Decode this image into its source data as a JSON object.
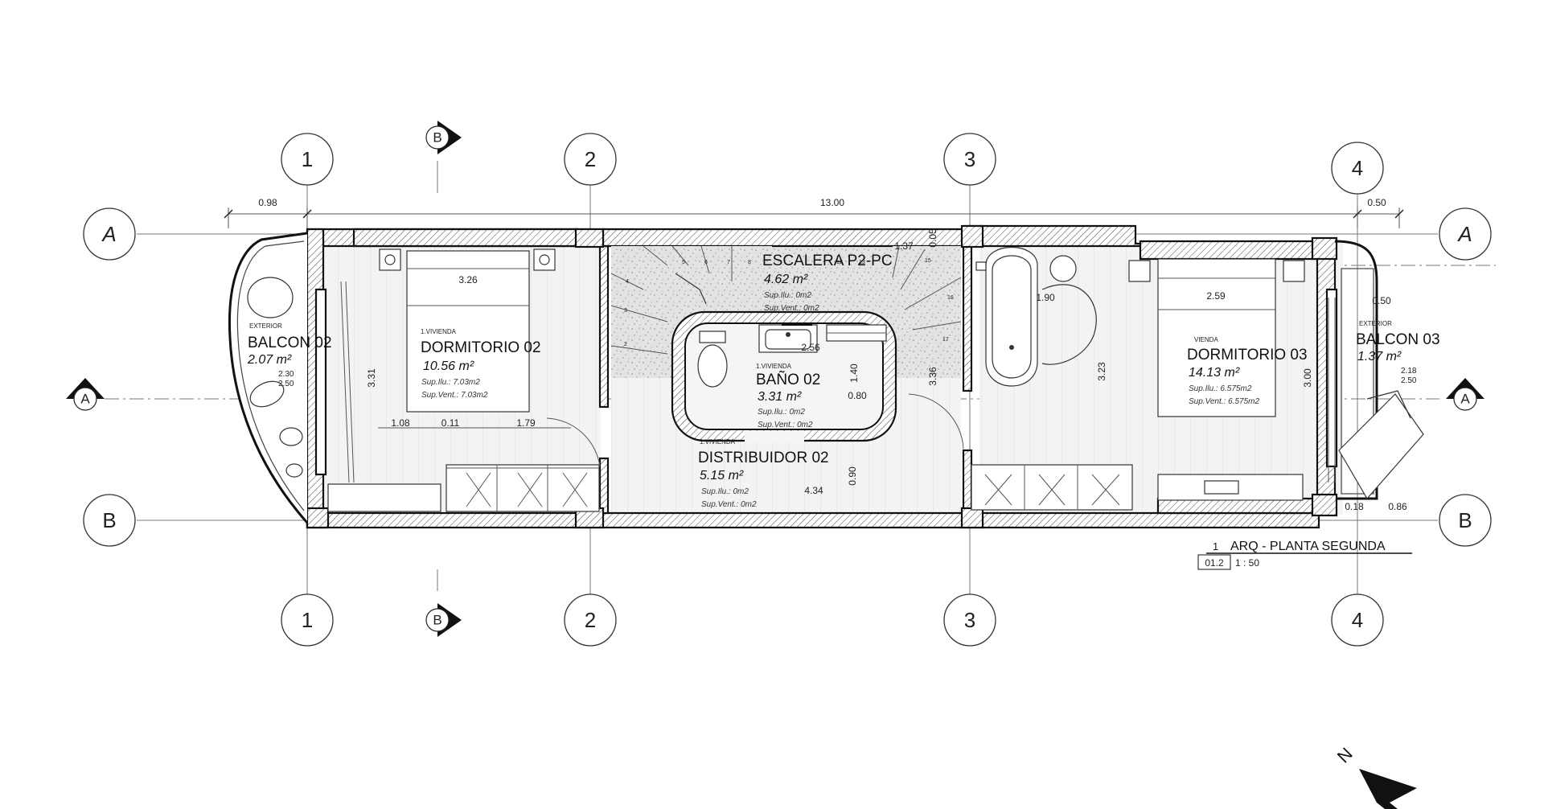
{
  "grid": {
    "columns": [
      "1",
      "2",
      "3",
      "4"
    ],
    "rows": [
      "A",
      "B"
    ],
    "section_marks": [
      "B",
      "A"
    ]
  },
  "dimensions": {
    "overall": "13.00",
    "left_overhang": "0.98",
    "right_overhang": "0.50",
    "stair_landing": "1.37",
    "stair_gap": "0.05",
    "dorm02_width": "3.26",
    "dorm02_depth": "3.31",
    "dorm02_a": "1.08",
    "dorm02_b": "0.11",
    "dorm02_c": "1.79",
    "balcon02_a": "2.30",
    "balcon02_b": "2.50",
    "bano_width": "2.56",
    "bano_depth": "1.40",
    "bano_door": "0.80",
    "stair_depth": "3.36",
    "distrib_depth": "0.90",
    "distrib_width": "4.34",
    "bath_width": "1.90",
    "dorm03_width": "2.59",
    "dorm03_depth": "3.23",
    "dorm03_right": "3.00",
    "balcon03_width": "0.50",
    "balcon03_a": "2.18",
    "balcon03_b": "2.50",
    "bottom_right_a": "0.18",
    "bottom_right_b": "0.86"
  },
  "rooms": {
    "balcon02": {
      "tag": "EXTERIOR",
      "name": "BALCON 02",
      "area": "2.07 m²"
    },
    "dormitorio02": {
      "tag": "1.VIVIENDA",
      "name": "DORMITORIO 02",
      "area": "10.56 m²",
      "sup_ilu": "Sup.Ilu.: 7.03m2",
      "sup_vent": "Sup.Vent.: 7.03m2"
    },
    "escalera": {
      "name": "ESCALERA P2-PC",
      "area": "4.62 m²",
      "sup_ilu": "Sup.Ilu.: 0m2",
      "sup_vent": "Sup.Vent.: 0m2"
    },
    "bano02": {
      "tag": "1.VIVIENDA",
      "name": "BAÑO 02",
      "area": "3.31 m²",
      "sup_ilu": "Sup.Ilu.: 0m2",
      "sup_vent": "Sup.Vent.: 0m2"
    },
    "distribuidor02": {
      "tag": "1.VIVIENDA",
      "name": "DISTRIBUIDOR 02",
      "area": "5.15 m²",
      "sup_ilu": "Sup.Ilu.: 0m2",
      "sup_vent": "Sup.Vent.: 0m2"
    },
    "dormitorio03": {
      "tag": "VIENDA",
      "name": "DORMITORIO 03",
      "area": "14.13 m²",
      "sup_ilu": "Sup.Ilu.: 6.575m2",
      "sup_vent": "Sup.Vent.: 6.575m2"
    },
    "balcon03": {
      "tag": "EXTERIOR",
      "name": "BALCON 03",
      "area": "1.37 m²"
    }
  },
  "stair_steps": [
    "2",
    "3",
    "4",
    "5",
    "6",
    "7",
    "8",
    "12",
    "13",
    "15",
    "16",
    "17"
  ],
  "title_block": {
    "number": "1",
    "title": "ARQ - PLANTA SEGUNDA",
    "sheet": "01.2",
    "scale": "1 : 50"
  },
  "north_label": "N"
}
